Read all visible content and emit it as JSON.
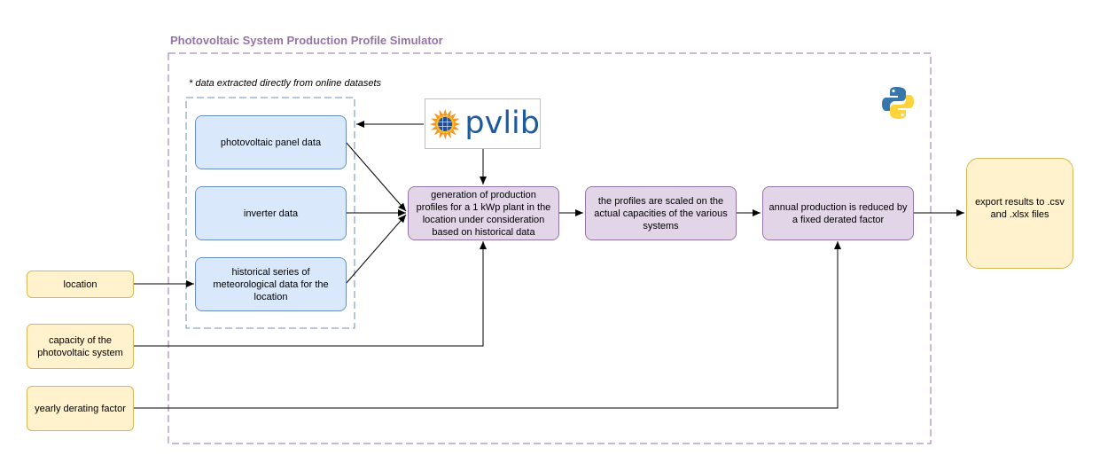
{
  "title": "Photovoltaic System Production Profile Simulator",
  "note": "* data extracted directly from online datasets",
  "nodes": {
    "panel": "photovoltaic panel data",
    "inverter": "inverter data",
    "meteo": "historical series of meteorological data for the location",
    "generation": "generation of production profiles for a 1 kWp plant in the location under consideration based on historical data",
    "scaling": "the profiles are scaled on the actual capacities of the various systems",
    "derating": "annual production is reduced by a fixed derated factor",
    "export": "export results to .csv and .xlsx files"
  },
  "inputs": {
    "location": "location",
    "capacity": "capacity of the photovoltaic system",
    "yearly": "yearly derating factor"
  },
  "logos": {
    "pvlib": "pvlib",
    "python_icon": "python-logo-icon",
    "excel_icon": "excel-logo-icon"
  },
  "colors": {
    "input_fill": "#FFF2CC",
    "input_border": "#D6B656",
    "data_fill": "#DAE8FC",
    "data_border": "#6C8EBF",
    "process_fill": "#E1D5E7",
    "process_border": "#9673A6",
    "title": "#9673A6"
  }
}
